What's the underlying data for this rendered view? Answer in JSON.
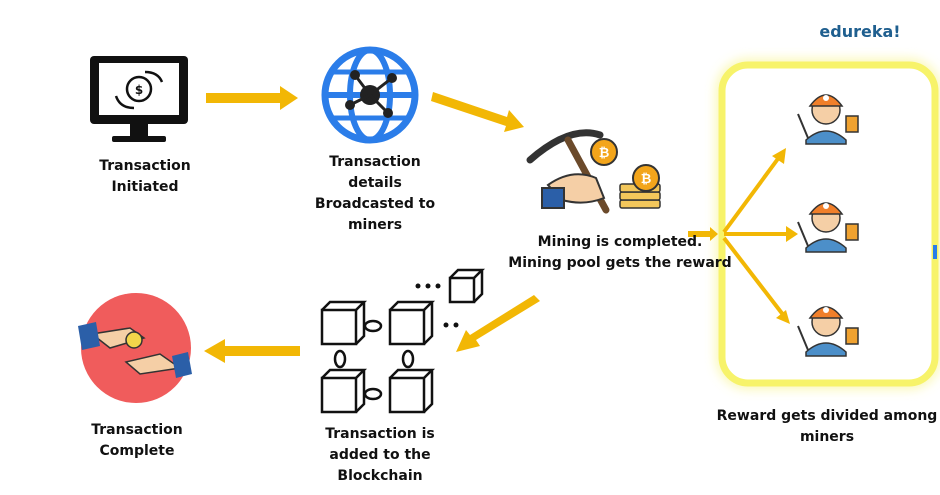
{
  "brand": "edureka!",
  "labels": {
    "initiated": "Transaction\nInitiated",
    "broadcast": "Transaction\ndetails\nBroadcasted to\nminers",
    "mining": "Mining is completed.\nMining pool gets the reward",
    "divided": "Reward gets divided among\nminers",
    "added": "Transaction is\nadded to the\nBlockchain",
    "complete": "Transaction\nComplete"
  },
  "colors": {
    "arrow": "#f2b705",
    "globe": "#2b7de9",
    "pool_glow": "#f7f36a",
    "hand_red": "#f05c5c",
    "brand": "#1f5f8f"
  },
  "icons": {
    "monitor": "monitor-transaction-icon",
    "globe": "globe-network-icon",
    "mining": "pickaxe-bitcoin-icon",
    "blockchain": "blockchain-blocks-icon",
    "handshake": "coin-handover-icon",
    "miner": "miner-avatar-icon"
  }
}
